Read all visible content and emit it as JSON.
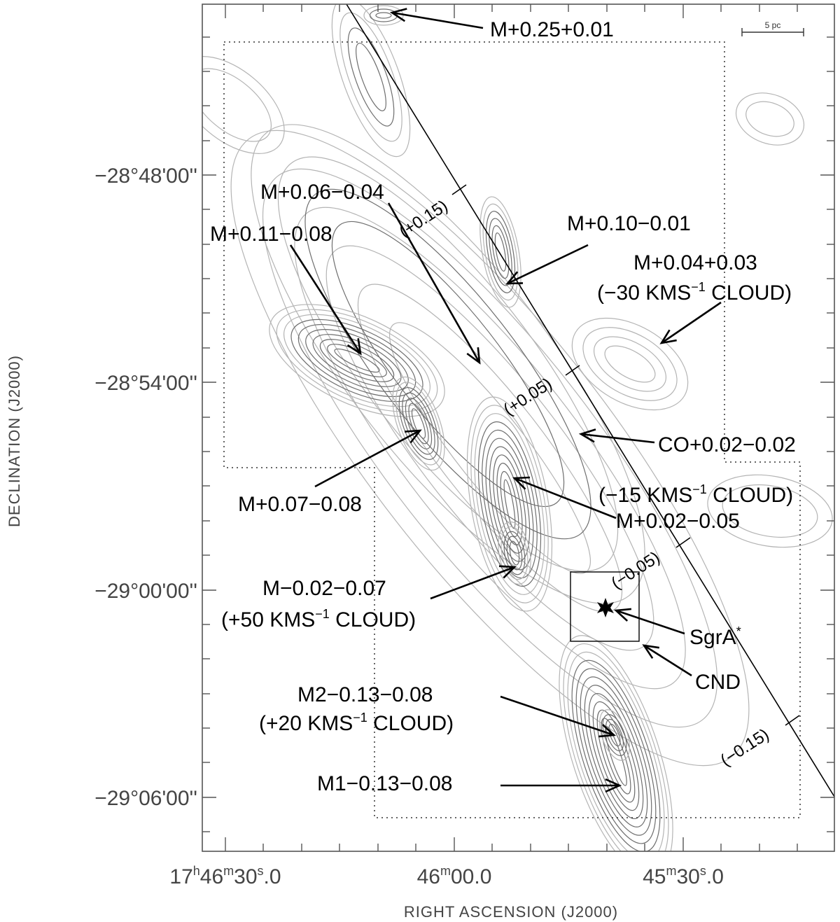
{
  "axes": {
    "x_title": "RIGHT ASCENSION (J2000)",
    "y_title": "DECLINATION (J2000)",
    "x_ticks": [
      {
        "h": "17",
        "m": "46",
        "s": "30",
        "f": "0",
        "show_h": true
      },
      {
        "h": "",
        "m": "46",
        "s": "00",
        "f": "0",
        "show_h": false
      },
      {
        "h": "",
        "m": "45",
        "s": "30",
        "f": "0",
        "show_h": false
      }
    ],
    "y_ticks": [
      "−28°48'00''",
      "−28°54'00''",
      "−29°00'00''",
      "−29°06'00''"
    ]
  },
  "scale_bar": {
    "label": "5 pc"
  },
  "galactic_ticks": [
    "(+0.15)",
    "(+0.05)",
    "(−0.05)",
    "(−0.15)"
  ],
  "labels": {
    "m025": "M+0.25+0.01",
    "m006": "M+0.06−0.04",
    "m011": "M+0.11−0.08",
    "m010": "M+0.10−0.01",
    "m004": "M+0.04+0.03",
    "cloud30_a": "(−30 KMS",
    "cloud30_sup": "−1",
    "cloud30_b": " CLOUD)",
    "co002": "CO+0.02−0.02",
    "cloud15_a": "(−15 KMS",
    "cloud15_sup": "−1",
    "cloud15_b": " CLOUD)",
    "m007": "M+0.07−0.08",
    "m002": "M+0.02−0.05",
    "mm002": "M−0.02−0.07",
    "cloud50_a": "(+50 KMS",
    "cloud50_sup": "−1",
    "cloud50_b": " CLOUD)",
    "sgra": "SgrA",
    "sgra_sup": "*",
    "cnd": "CND",
    "m2": "M2−0.13−0.08",
    "cloud20_a": "(+20 KMS",
    "cloud20_sup": "−1",
    "cloud20_b": " CLOUD)",
    "m1": "M1−0.13−0.08"
  },
  "colors": {
    "contour_light": "#b4b4b4",
    "contour_dark": "#6e6e6e",
    "ink": "#000000"
  }
}
